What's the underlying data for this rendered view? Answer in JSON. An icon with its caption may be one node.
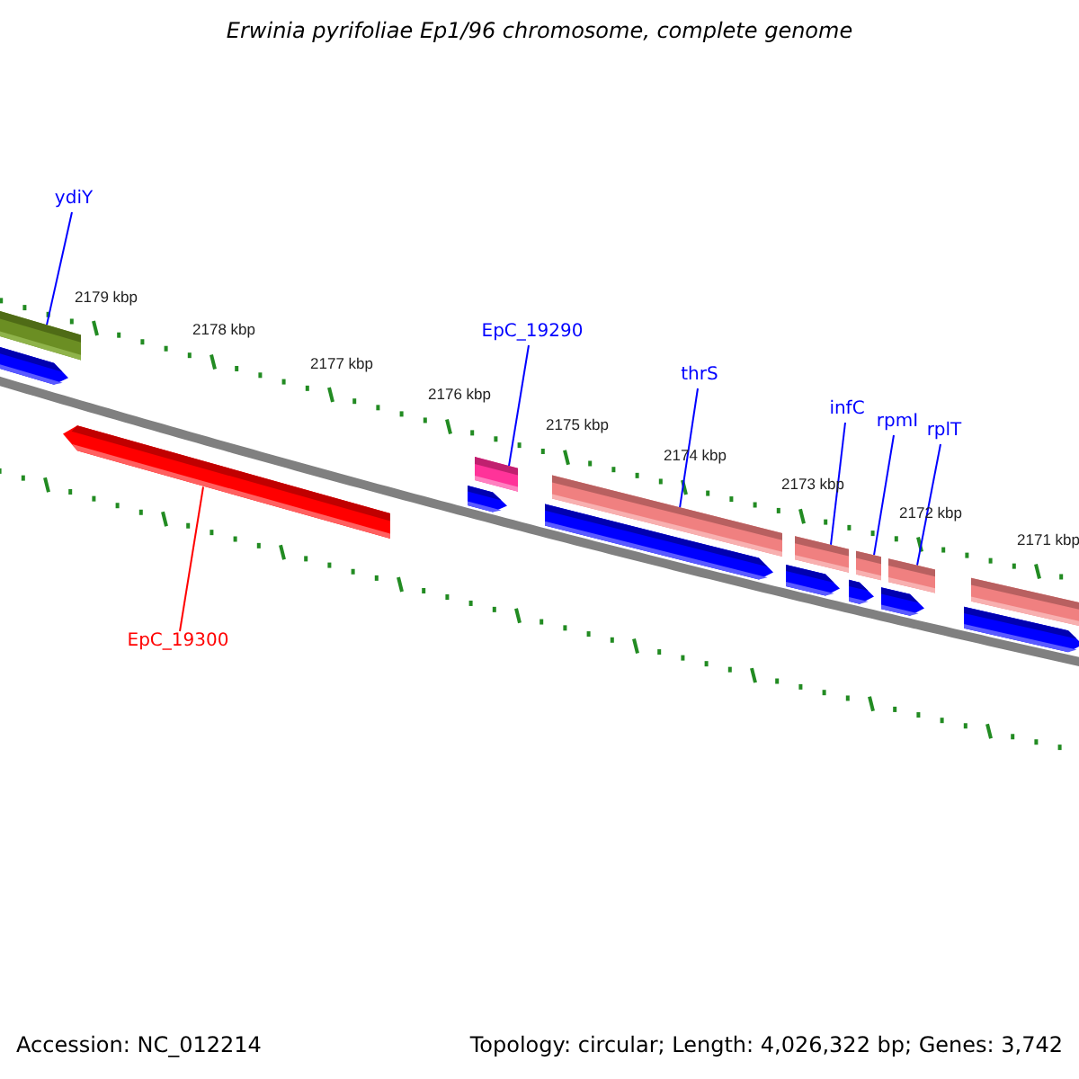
{
  "diagram": {
    "title": "Erwinia pyrifoliae Ep1/96 chromosome, complete genome",
    "nodes": [
      {
        "text": [
          "ydiY"
        ]
      },
      {
        "text": [],
        "shape": "bar"
      },
      {
        "text": [],
        "shape": "bar"
      },
      {
        "text": [
          "EpC_19290"
        ]
      },
      {
        "text": [],
        "shape": "bar"
      },
      {
        "text": [],
        "shape": "bar"
      },
      {
        "text": [
          "thrS"
        ]
      },
      {
        "text": [],
        "shape": "bar"
      },
      {
        "text": [],
        "shape": "bar"
      },
      {
        "text": [
          "infC"
        ]
      },
      {
        "text": [],
        "shape": "bar"
      },
      {
        "text": [],
        "shape": "bar"
      },
      {
        "text": [
          "rpmI"
        ]
      },
      {
        "text": [],
        "shape": "bar"
      },
      {
        "text": [],
        "shape": "bar"
      },
      {
        "text": [
          "rplT"
        ]
      },
      {
        "text": [],
        "shape": "bar"
      },
      {
        "text": [],
        "shape": "bar"
      },
      {
        "text": [],
        "shape": "bar"
      },
      {
        "text": [],
        "shape": "bar"
      },
      {
        "text": [],
        "shape": "bar"
      },
      {
        "text": [
          "EpC_19300"
        ]
      }
    ],
    "edges": [
      {
        "from": 0,
        "to": 1,
        "arrow": "none"
      },
      {
        "from": 3,
        "to": 4,
        "arrow": "none"
      },
      {
        "from": 6,
        "to": 7,
        "arrow": "none"
      },
      {
        "from": 9,
        "to": 10,
        "arrow": "none"
      },
      {
        "from": 12,
        "to": 13,
        "arrow": "none"
      },
      {
        "from": 15,
        "to": 16,
        "arrow": "none"
      },
      {
        "from": 21,
        "to": 20,
        "arrow": "none",
        "color": "#ff0000"
      }
    ],
    "labels": [
      "2179 kbp",
      "2178 kbp",
      "2177 kbp",
      "2176 kbp",
      "2175 kbp",
      "2174 kbp",
      "2173 kbp",
      "2172 kbp",
      "2171 kbp",
      "Accession: NC_012214",
      "Topology: circular; Length: 4,026,322 bp; Genes: 3,742"
    ]
  }
}
